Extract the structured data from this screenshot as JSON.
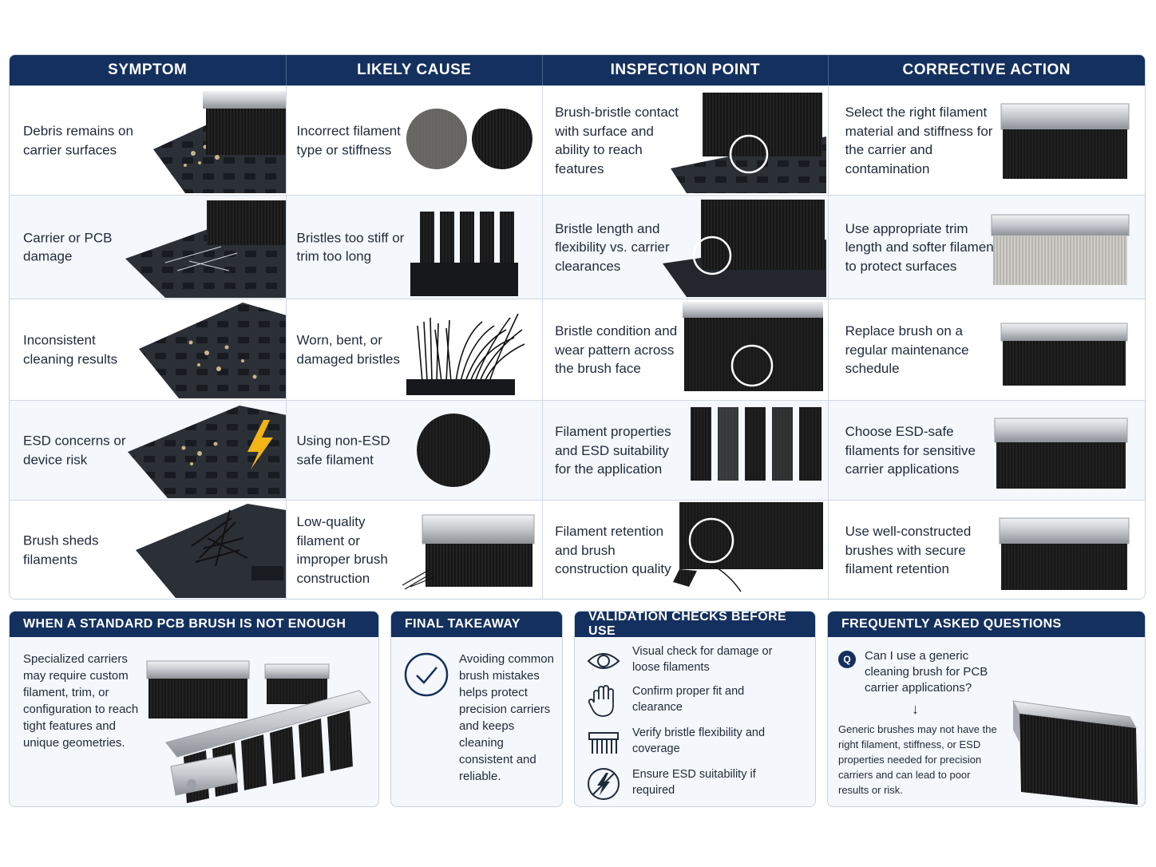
{
  "table": {
    "headers": [
      "SYMPTOM",
      "LIKELY CAUSE",
      "INSPECTION POINT",
      "CORRECTIVE ACTION"
    ],
    "rows": [
      {
        "symptom": "Debris remains on carrier surfaces",
        "cause": "Incorrect filament type or stiffness",
        "inspection": "Brush-bristle contact with surface and ability to reach features",
        "action": "Select the right filament material and stiffness for the carrier and contamination"
      },
      {
        "symptom": "Carrier or PCB damage",
        "cause": "Bristles too stiff or trim too long",
        "inspection": "Bristle length and flexibility vs. carrier clearances",
        "action": "Use appropriate trim length and softer filament to protect surfaces"
      },
      {
        "symptom": "Inconsistent cleaning results",
        "cause": "Worn, bent, or damaged bristles",
        "inspection": "Bristle condition and wear pattern across the brush face",
        "action": "Replace brush on a regular maintenance schedule"
      },
      {
        "symptom": "ESD concerns or device risk",
        "cause": "Using non-ESD safe filament",
        "inspection": "Filament properties and ESD suitability for the application",
        "action": "Choose ESD-safe filaments for sensitive carrier applications"
      },
      {
        "symptom": "Brush sheds filaments",
        "cause": "Low-quality filament or improper brush construction",
        "inspection": "Filament retention and brush construction quality",
        "action": "Use well-constructed brushes with secure filament retention"
      }
    ]
  },
  "panels": {
    "standard": {
      "title": "WHEN A STANDARD PCB BRUSH IS NOT ENOUGH",
      "text": "Specialized carriers may require custom filament, trim, or configuration to reach tight features and unique geometries."
    },
    "takeaway": {
      "title": "FINAL TAKEAWAY",
      "text": "Avoiding common brush mistakes helps protect precision carriers and keeps cleaning consistent and reliable."
    },
    "validation": {
      "title": "VALIDATION CHECKS BEFORE USE",
      "items": [
        {
          "icon": "eye-icon",
          "label": "Visual check for damage or loose filaments"
        },
        {
          "icon": "hand-icon",
          "label": "Confirm proper fit and clearance"
        },
        {
          "icon": "brush-icon",
          "label": "Verify bristle flexibility and coverage"
        },
        {
          "icon": "esd-bolt-icon",
          "label": "Ensure ESD suitability if required"
        }
      ]
    },
    "faq": {
      "title": "FREQUENTLY ASKED QUESTIONS",
      "badge": "Q",
      "question": "Can I use a generic cleaning brush for PCB carrier applications?",
      "arrow": "↓",
      "answer": "Generic brushes may not have the right filament, stiffness, or ESD properties needed for precision carriers and can lead to poor results or risk."
    }
  },
  "colors": {
    "header_navy": "#14305e",
    "panel_bg": "#f4f7fb",
    "bristle_black": "#111111",
    "steel": "#c9ccd1",
    "esd_bolt": "#f2b417"
  }
}
